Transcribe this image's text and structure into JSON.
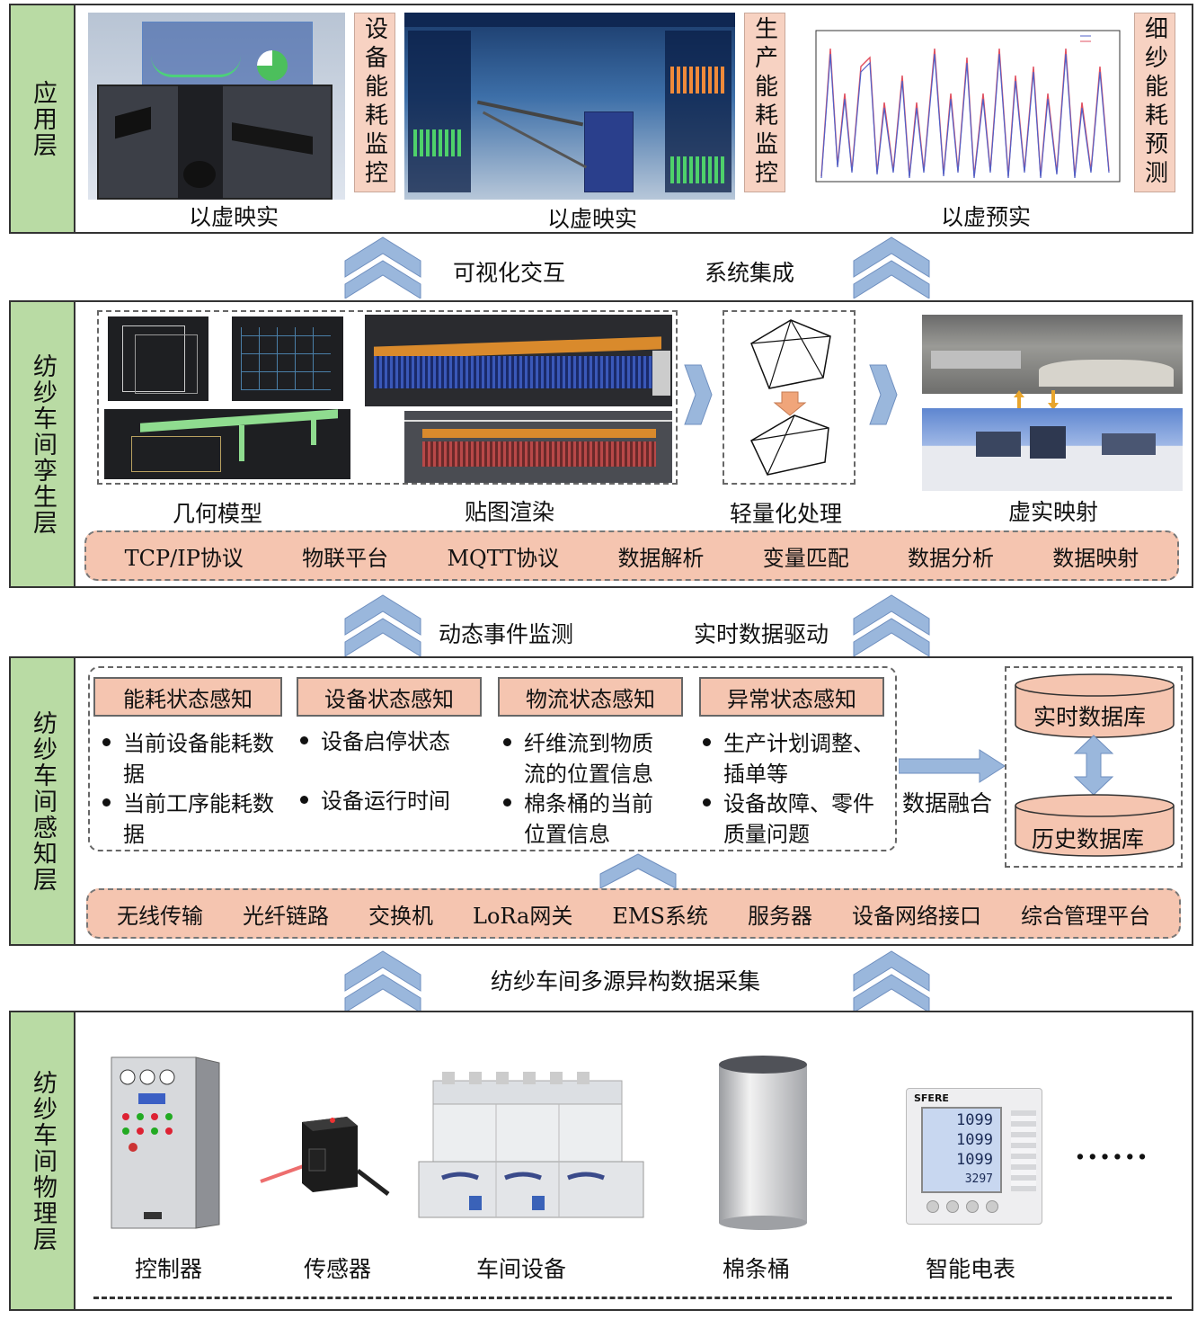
{
  "layers": {
    "application": {
      "title": "应用层"
    },
    "twin": {
      "title": "纺纱车间孪生层"
    },
    "perception": {
      "title": "纺纱车间感知层"
    },
    "physical": {
      "title": "纺纱车间物理层"
    }
  },
  "application": {
    "items": [
      {
        "vertical_label": "设备能耗监控",
        "caption": "以虚映实"
      },
      {
        "vertical_label": "生产能耗监控",
        "caption": "以虚映实"
      },
      {
        "vertical_label": "细纱能耗预测",
        "caption": "以虚预实"
      }
    ]
  },
  "connector1": {
    "left": "可视化交互",
    "right": "系统集成"
  },
  "twin": {
    "captions": [
      "几何模型",
      "贴图渲染",
      "轻量化处理",
      "虚实映射"
    ],
    "band": [
      "TCP/IP协议",
      "物联平台",
      "MQTT协议",
      "数据解析",
      "变量匹配",
      "数据分析",
      "数据映射"
    ]
  },
  "connector2": {
    "left": "动态事件监测",
    "right": "实时数据驱动"
  },
  "perception": {
    "groups": [
      {
        "title": "能耗状态感知",
        "bullets": [
          "当前设备能耗数据",
          "当前工序能耗数据"
        ]
      },
      {
        "title": "设备状态感知",
        "bullets": [
          "设备启停状态",
          "设备运行时间"
        ]
      },
      {
        "title": "物流状态感知",
        "bullets": [
          "纤维流到物质流的位置信息",
          "棉条桶的当前位置信息"
        ]
      },
      {
        "title": "异常状态感知",
        "bullets": [
          "生产计划调整、插单等",
          "设备故障、零件质量问题"
        ]
      }
    ],
    "fusion": "数据融合",
    "db_realtime": "实时数据库",
    "db_history": "历史数据库",
    "band": [
      "无线传输",
      "光纤链路",
      "交换机",
      "LoRa网关",
      "EMS系统",
      "服务器",
      "设备网络接口",
      "综合管理平台"
    ]
  },
  "connector3": {
    "center": "纺纱车间多源异构数据采集"
  },
  "physical": {
    "devices": [
      "控制器",
      "传感器",
      "车间设备",
      "棉条桶",
      "智能电表"
    ],
    "more": "......",
    "meter_brand": "SFERE",
    "meter_readings": [
      "1099",
      "1099",
      "1099",
      "3297"
    ]
  },
  "colors": {
    "side": "#b9dba4",
    "salmon": "#f5c5b0",
    "arrow": "#9ab7dc"
  }
}
